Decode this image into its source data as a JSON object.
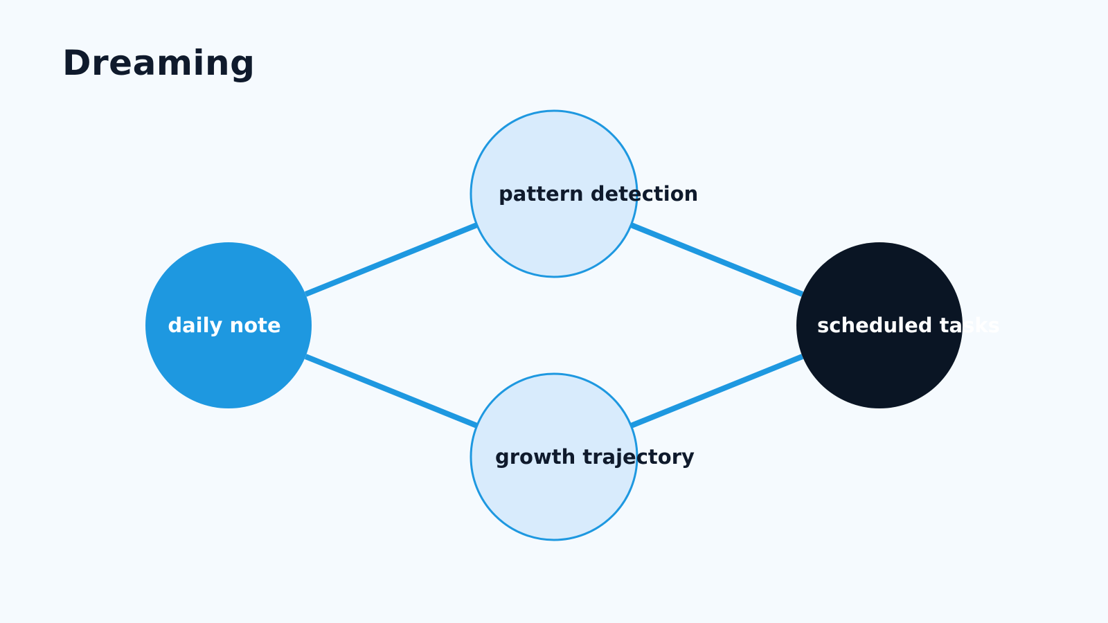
{
  "title": "Dreaming",
  "colors": {
    "background": "#f5fafe",
    "edge": "#1e98e0",
    "primary_node_fill": "#1e98e0",
    "dark_node_fill": "#0a1524",
    "light_node_fill": "#d8ebfc",
    "light_node_stroke": "#1e98e0",
    "dark_text": "#0f1a2c",
    "light_text": "#ffffff"
  },
  "nodes": [
    {
      "id": "daily-note",
      "label": "daily note",
      "style": "primary"
    },
    {
      "id": "pattern-detection",
      "label": "pattern detection",
      "style": "light"
    },
    {
      "id": "growth-trajectory",
      "label": "growth trajectory",
      "style": "light"
    },
    {
      "id": "scheduled-tasks",
      "label": "scheduled tasks",
      "style": "dark"
    }
  ],
  "edges": [
    {
      "from": "daily-note",
      "to": "pattern-detection"
    },
    {
      "from": "daily-note",
      "to": "growth-trajectory"
    },
    {
      "from": "pattern-detection",
      "to": "scheduled-tasks"
    },
    {
      "from": "growth-trajectory",
      "to": "scheduled-tasks"
    }
  ]
}
